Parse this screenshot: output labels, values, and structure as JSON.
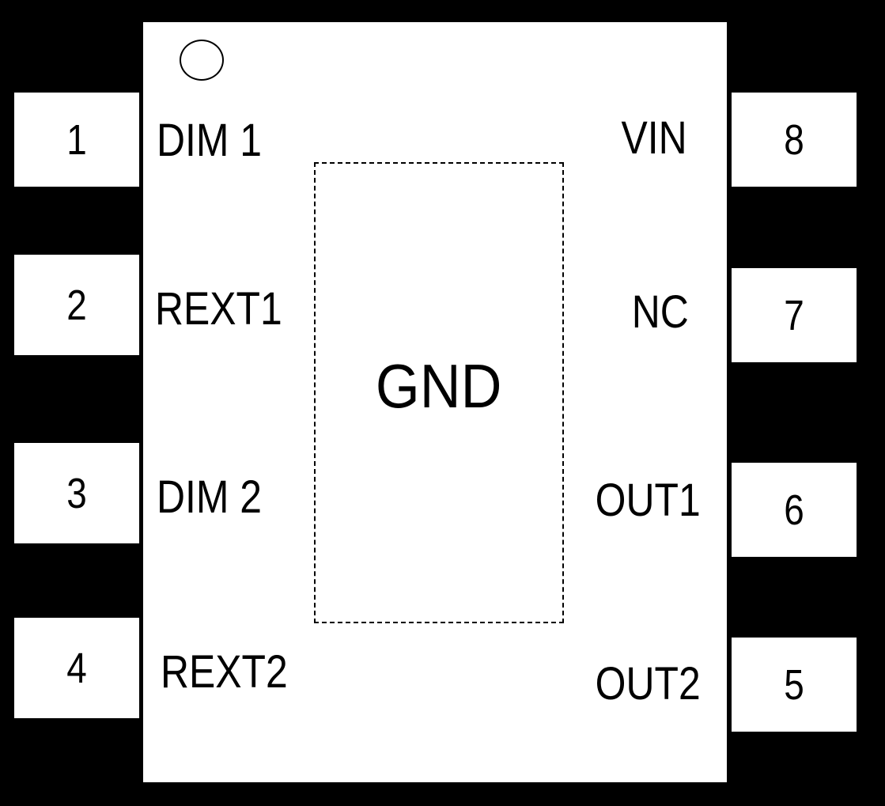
{
  "package": {
    "exposed_pad_label": "GND"
  },
  "pins": [
    {
      "number": "1",
      "name": "DIM 1"
    },
    {
      "number": "2",
      "name": "REXT1"
    },
    {
      "number": "3",
      "name": "DIM 2"
    },
    {
      "number": "4",
      "name": "REXT2"
    },
    {
      "number": "5",
      "name": "OUT2"
    },
    {
      "number": "6",
      "name": "OUT1"
    },
    {
      "number": "7",
      "name": "NC"
    },
    {
      "number": "8",
      "name": "VIN"
    }
  ]
}
